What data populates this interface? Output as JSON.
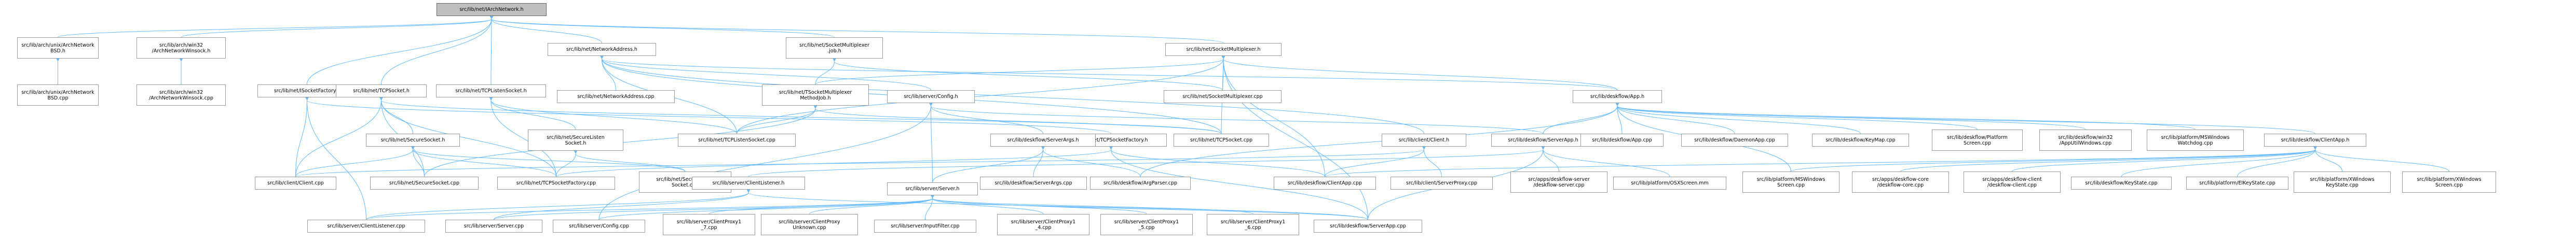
{
  "colors": {
    "edge": "#63b8ff",
    "node_border": "#999999",
    "root_fill": "#bfbfbf",
    "node_fill": "#ffffff"
  },
  "nodes": [
    {
      "id": "root",
      "label": "src/lib/net/IArchNetwork.h",
      "root": true
    },
    {
      "id": "arch_crypto_h",
      "label": "src/lib/arch/unix/ArchNetwork\nBSD.h"
    },
    {
      "id": "arch_win_h",
      "label": "src/lib/arch/win32\n/ArchNetworkWinsock.h"
    },
    {
      "id": "net_addr_h",
      "label": "src/lib/net/NetworkAddress.h"
    },
    {
      "id": "net_sockmux_old_h",
      "label": "src/lib/net/SocketMultiplexer\n.job.h"
    },
    {
      "id": "net_sockmux_h",
      "label": "src/lib/net/SocketMultiplexer.h"
    },
    {
      "id": "arch_unix_cpp",
      "label": "src/lib/arch/unix/ArchNetwork\nBSD.cpp"
    },
    {
      "id": "arch_win_cpp",
      "label": "src/lib/arch/win32\n/ArchNetworkWinsock.cpp"
    },
    {
      "id": "net_sockfactory_h",
      "label": "src/lib/net/ISocketFactory.h"
    },
    {
      "id": "net_tcpsocket_h",
      "label": "src/lib/net/TCPSocket.h"
    },
    {
      "id": "net_tcplisten_h",
      "label": "src/lib/net/TCPListenSocket.h"
    },
    {
      "id": "net_addr_cpp",
      "label": "src/lib/net/NetworkAddress.cpp"
    },
    {
      "id": "net_tsockmuxjob_h",
      "label": "src/lib/net/TSocketMultiplexer\nMethodJob.h"
    },
    {
      "id": "server_config_h",
      "label": "src/lib/server/Config.h"
    },
    {
      "id": "net_sockmux_cpp",
      "label": "src/lib/net/SocketMultiplexer.cpp"
    },
    {
      "id": "deskflow_app_h",
      "label": "src/lib/deskflow/App.h"
    },
    {
      "id": "net_securesock_h",
      "label": "src/lib/net/SecureSocket.h"
    },
    {
      "id": "net_securelisten_h",
      "label": "src/lib/net/SecureListen\nSocket.h"
    },
    {
      "id": "net_tcplisten_cpp",
      "label": "src/lib/net/TCPListenSocket.cpp"
    },
    {
      "id": "net_tcpsockfactory_h",
      "label": "src/lib/net/TCPSocketFactory.h"
    },
    {
      "id": "deskflow_serverargs_h",
      "label": "src/lib/deskflow/ServerArgs.h"
    },
    {
      "id": "net_tcpsocket_cpp",
      "label": "src/lib/net/TCPSocket.cpp"
    },
    {
      "id": "client_client_h",
      "label": "src/lib/client/Client.h"
    },
    {
      "id": "deskflow_serverapp_h",
      "label": "src/lib/deskflow/ServerApp.h"
    },
    {
      "id": "deskflow_app_cpp",
      "label": "src/lib/deskflow/App.cpp"
    },
    {
      "id": "deskflow_daemonapp_cpp",
      "label": "src/lib/deskflow/DaemonApp.cpp"
    },
    {
      "id": "deskflow_keymap_cpp",
      "label": "src/lib/deskflow/KeyMap.cpp"
    },
    {
      "id": "deskflow_platformscreen_cpp",
      "label": "src/lib/deskflow/Platform\nScreen.cpp"
    },
    {
      "id": "deskflow_appwin_cpp",
      "label": "src/lib/deskflow/win32\n/AppUtilWindows.cpp"
    },
    {
      "id": "platform_mswatchdog_cpp",
      "label": "src/lib/platform/MSWindows\nWatchdog.cpp"
    },
    {
      "id": "deskflow_clientapp_h",
      "label": "src/lib/deskflow/ClientApp.h"
    },
    {
      "id": "client_client_cpp",
      "label": "src/lib/client/Client.cpp"
    },
    {
      "id": "net_securesock_cpp",
      "label": "src/lib/net/SecureSocket.cpp"
    },
    {
      "id": "net_tcpsockfactory_cpp",
      "label": "src/lib/net/TCPSocketFactory.cpp"
    },
    {
      "id": "net_securelisten_cpp",
      "label": "src/lib/net/SecureListen\nSocket.cpp"
    },
    {
      "id": "server_clientlistener_h",
      "label": "src/lib/server/ClientListener.h"
    },
    {
      "id": "server_server_h",
      "label": "src/lib/server/Server.h"
    },
    {
      "id": "deskflow_serverargs_cpp",
      "label": "src/lib/deskflow/ServerArgs.cpp"
    },
    {
      "id": "deskflow_argparser_cpp",
      "label": "src/lib/deskflow/ArgParser.cpp"
    },
    {
      "id": "deskflow_clientapp_cpp",
      "label": "src/lib/deskflow/ClientApp.cpp"
    },
    {
      "id": "client_serverproxy_cpp",
      "label": "src/lib/client/ServerProxy.cpp"
    },
    {
      "id": "apps_server_cpp",
      "label": "src/apps/deskflow-server\n/deskflow-server.cpp"
    },
    {
      "id": "platform_osx_mm",
      "label": "src/lib/platform/OSXScreen.mm"
    },
    {
      "id": "platform_msscreen_cpp",
      "label": "src/lib/platform/MSWindows\nScreen.cpp"
    },
    {
      "id": "apps_core_cpp",
      "label": "src/apps/deskflow-core\n/deskflow-core.cpp"
    },
    {
      "id": "apps_client_cpp",
      "label": "src/apps/deskflow-client\n/deskflow-client.cpp"
    },
    {
      "id": "deskflow_keystate_cpp",
      "label": "src/lib/deskflow/KeyState.cpp"
    },
    {
      "id": "platform_eikeystate_cpp",
      "label": "src/lib/platform/EIKeyState.cpp"
    },
    {
      "id": "platform_xwkeystate_cpp",
      "label": "src/lib/platform/XWindows\nKeyState.cpp"
    },
    {
      "id": "platform_xwscreen_cpp",
      "label": "src/lib/platform/XWindows\nScreen.cpp"
    },
    {
      "id": "server_clientlistener_cpp",
      "label": "src/lib/server/ClientListener.cpp"
    },
    {
      "id": "server_server_cpp",
      "label": "src/lib/server/Server.cpp"
    },
    {
      "id": "server_config_cpp",
      "label": "src/lib/server/Config.cpp"
    },
    {
      "id": "server_clientproxy17_cpp",
      "label": "src/lib/server/ClientProxy1\n_7.cpp"
    },
    {
      "id": "server_clientproxyunknown_cpp",
      "label": "src/lib/server/ClientProxy\nUnknown.cpp"
    },
    {
      "id": "server_inputfilter_cpp",
      "label": "src/lib/server/InputFilter.cpp"
    },
    {
      "id": "server_clientproxy14_cpp",
      "label": "src/lib/server/ClientProxy1\n_4.cpp"
    },
    {
      "id": "server_clientproxy15_cpp",
      "label": "src/lib/server/ClientProxy1\n_5.cpp"
    },
    {
      "id": "server_clientproxy16_cpp",
      "label": "src/lib/server/ClientProxy1\n_6.cpp"
    },
    {
      "id": "deskflow_serverapp_cpp",
      "label": "src/lib/deskflow/ServerApp.cpp"
    }
  ],
  "edges": [
    [
      "root",
      "arch_crypto_h"
    ],
    [
      "root",
      "arch_win_h"
    ],
    [
      "root",
      "net_addr_h"
    ],
    [
      "root",
      "net_sockmux_old_h"
    ],
    [
      "root",
      "net_sockmux_h"
    ],
    [
      "root",
      "net_tcpsocket_h"
    ],
    [
      "root",
      "net_tcplisten_h"
    ],
    [
      "root",
      "net_sockfactory_h"
    ],
    [
      "arch_crypto_h",
      "arch_unix_cpp"
    ],
    [
      "arch_win_h",
      "arch_win_cpp"
    ],
    [
      "net_addr_h",
      "net_addr_cpp"
    ],
    [
      "net_addr_h",
      "server_config_h"
    ],
    [
      "net_addr_h",
      "net_tcplisten_cpp"
    ],
    [
      "net_addr_h",
      "net_tcpsocket_cpp"
    ],
    [
      "net_addr_h",
      "client_client_h"
    ],
    [
      "net_addr_h",
      "deskflow_app_h"
    ],
    [
      "net_sockmux_old_h",
      "net_tsockmuxjob_h"
    ],
    [
      "net_sockmux_old_h",
      "net_sockmux_cpp"
    ],
    [
      "net_sockmux_h",
      "net_tsockmuxjob_h"
    ],
    [
      "net_sockmux_h",
      "net_sockmux_cpp"
    ],
    [
      "net_sockmux_h",
      "deskflow_app_h"
    ],
    [
      "net_sockmux_h",
      "net_tcpsocket_cpp"
    ],
    [
      "net_sockmux_h",
      "net_tcplisten_cpp"
    ],
    [
      "net_sockmux_h",
      "deskflow_clientapp_cpp"
    ],
    [
      "net_sockmux_h",
      "deskflow_serverapp_cpp"
    ],
    [
      "net_sockfactory_h",
      "server_clientlistener_cpp"
    ],
    [
      "net_sockfactory_h",
      "client_client_cpp"
    ],
    [
      "net_sockfactory_h",
      "net_tcpsockfactory_h"
    ],
    [
      "net_tcpsocket_h",
      "net_securesock_h"
    ],
    [
      "net_tcpsocket_h",
      "net_tcpsocket_cpp"
    ],
    [
      "net_tcpsocket_h",
      "net_tcpsockfactory_cpp"
    ],
    [
      "net_tcpsocket_h",
      "client_client_cpp"
    ],
    [
      "net_tcpsocket_h",
      "net_securesock_cpp"
    ],
    [
      "net_tcplisten_h",
      "net_securelisten_h"
    ],
    [
      "net_tcplisten_h",
      "net_tcplisten_cpp"
    ],
    [
      "net_tcplisten_h",
      "net_tcpsockfactory_cpp"
    ],
    [
      "net_tsockmuxjob_h",
      "net_tcpsocket_cpp"
    ],
    [
      "net_tsockmuxjob_h",
      "net_tcplisten_cpp"
    ],
    [
      "net_tsockmuxjob_h",
      "net_securesock_cpp"
    ],
    [
      "server_config_h",
      "deskflow_serverargs_h"
    ],
    [
      "server_config_h",
      "server_server_h"
    ],
    [
      "server_config_h",
      "server_config_cpp"
    ],
    [
      "server_config_h",
      "deskflow_serverapp_h"
    ],
    [
      "deskflow_app_h",
      "deskflow_serverapp_h"
    ],
    [
      "deskflow_app_h",
      "deskflow_clientapp_h"
    ],
    [
      "deskflow_app_h",
      "deskflow_app_cpp"
    ],
    [
      "deskflow_app_h",
      "deskflow_daemonapp_cpp"
    ],
    [
      "deskflow_app_h",
      "deskflow_keymap_cpp"
    ],
    [
      "deskflow_app_h",
      "deskflow_platformscreen_cpp"
    ],
    [
      "deskflow_app_h",
      "deskflow_appwin_cpp"
    ],
    [
      "deskflow_app_h",
      "platform_mswatchdog_cpp"
    ],
    [
      "deskflow_app_h",
      "deskflow_argparser_cpp"
    ],
    [
      "deskflow_app_h",
      "platform_msscreen_cpp"
    ],
    [
      "net_securesock_h",
      "client_client_cpp"
    ],
    [
      "net_securesock_h",
      "net_securesock_cpp"
    ],
    [
      "net_securesock_h",
      "net_tcpsockfactory_cpp"
    ],
    [
      "net_securesock_h",
      "net_securelisten_cpp"
    ],
    [
      "net_securelisten_h",
      "net_securelisten_cpp"
    ],
    [
      "net_securelisten_h",
      "net_tcpsockfactory_cpp"
    ],
    [
      "net_tcpsockfactory_h",
      "deskflow_clientapp_cpp"
    ],
    [
      "net_tcpsockfactory_h",
      "deskflow_serverapp_cpp"
    ],
    [
      "net_tcpsockfactory_h",
      "net_tcpsockfactory_cpp"
    ],
    [
      "deskflow_serverargs_h",
      "deskflow_serverargs_cpp"
    ],
    [
      "deskflow_serverargs_h",
      "deskflow_argparser_cpp"
    ],
    [
      "deskflow_serverargs_h",
      "server_server_h"
    ],
    [
      "client_client_h",
      "deskflow_clientapp_cpp"
    ],
    [
      "client_client_h",
      "client_client_cpp"
    ],
    [
      "client_client_h",
      "client_serverproxy_cpp"
    ],
    [
      "deskflow_serverapp_h",
      "apps_server_cpp"
    ],
    [
      "deskflow_serverapp_h",
      "platform_osx_mm"
    ],
    [
      "deskflow_serverapp_h",
      "deskflow_serverapp_cpp"
    ],
    [
      "deskflow_serverapp_h",
      "server_clientlistener_h"
    ],
    [
      "deskflow_clientapp_h",
      "platform_msscreen_cpp"
    ],
    [
      "deskflow_clientapp_h",
      "apps_core_cpp"
    ],
    [
      "deskflow_clientapp_h",
      "apps_client_cpp"
    ],
    [
      "deskflow_clientapp_h",
      "deskflow_keystate_cpp"
    ],
    [
      "deskflow_clientapp_h",
      "platform_eikeystate_cpp"
    ],
    [
      "deskflow_clientapp_h",
      "platform_xwkeystate_cpp"
    ],
    [
      "deskflow_clientapp_h",
      "platform_xwscreen_cpp"
    ],
    [
      "deskflow_clientapp_h",
      "deskflow_clientapp_cpp"
    ],
    [
      "server_clientlistener_h",
      "server_clientlistener_cpp"
    ],
    [
      "server_clientlistener_h",
      "server_server_cpp"
    ],
    [
      "server_clientlistener_h",
      "deskflow_serverapp_cpp"
    ],
    [
      "server_server_h",
      "server_clientlistener_cpp"
    ],
    [
      "server_server_h",
      "server_server_cpp"
    ],
    [
      "server_server_h",
      "server_config_cpp"
    ],
    [
      "server_server_h",
      "server_clientproxy17_cpp"
    ],
    [
      "server_server_h",
      "server_clientproxyunknown_cpp"
    ],
    [
      "server_server_h",
      "server_inputfilter_cpp"
    ],
    [
      "server_server_h",
      "server_clientproxy14_cpp"
    ],
    [
      "server_server_h",
      "server_clientproxy15_cpp"
    ],
    [
      "server_server_h",
      "server_clientproxy16_cpp"
    ],
    [
      "server_server_h",
      "deskflow_serverapp_cpp"
    ]
  ]
}
